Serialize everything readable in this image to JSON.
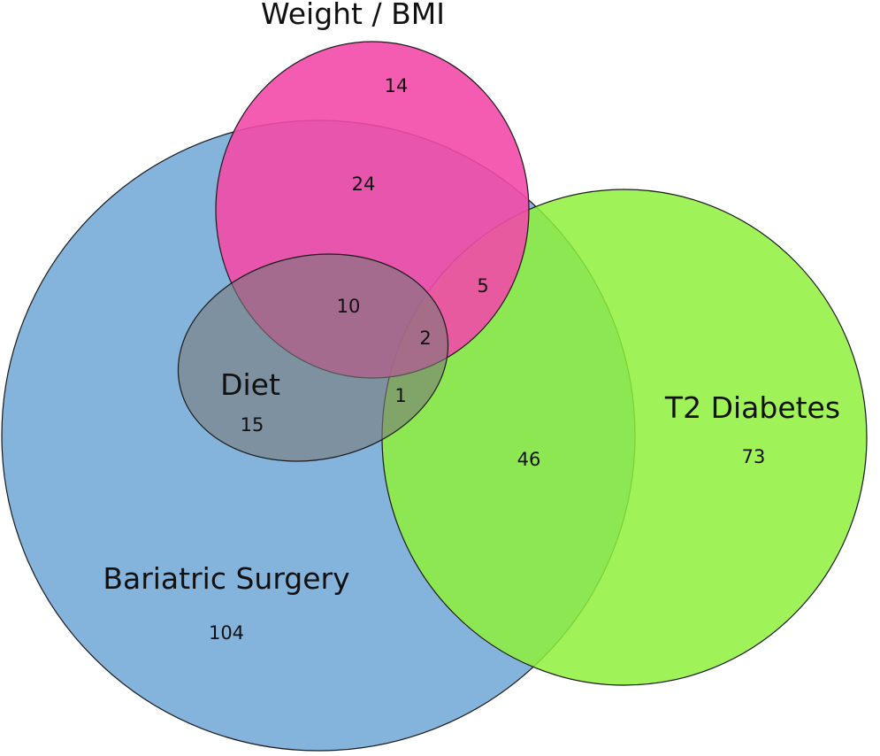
{
  "diagram": {
    "sets": [
      {
        "id": "bariatric",
        "name": "Bariatric Surgery",
        "color": "#6ea6d6",
        "opacity": 0.85
      },
      {
        "id": "t2",
        "name": "T2 Diabetes",
        "color": "#8ef03a",
        "opacity": 0.85
      },
      {
        "id": "weight",
        "name": "Weight / BMI",
        "color": "#f24aa7",
        "opacity": 0.9
      },
      {
        "id": "diet",
        "name": "Diet",
        "color": "#7a7a7a",
        "opacity": 0.6
      }
    ],
    "regions": [
      {
        "id": "bariatric_only",
        "sets": [
          "Bariatric Surgery"
        ],
        "count": "104"
      },
      {
        "id": "t2_only",
        "sets": [
          "T2 Diabetes"
        ],
        "count": "73"
      },
      {
        "id": "weight_only",
        "sets": [
          "Weight / BMI"
        ],
        "count": "14"
      },
      {
        "id": "bariatric_weight",
        "sets": [
          "Bariatric Surgery",
          "Weight / BMI"
        ],
        "count": "24"
      },
      {
        "id": "bariatric_weight_diet",
        "sets": [
          "Bariatric Surgery",
          "Weight / BMI",
          "Diet"
        ],
        "count": "10"
      },
      {
        "id": "bariatric_weight_t2",
        "sets": [
          "Bariatric Surgery",
          "Weight / BMI",
          "T2 Diabetes"
        ],
        "count": "5"
      },
      {
        "id": "all_four",
        "sets": [
          "Bariatric Surgery",
          "Weight / BMI",
          "Diet",
          "T2 Diabetes"
        ],
        "count": "2"
      },
      {
        "id": "bariatric_diet_t2",
        "sets": [
          "Bariatric Surgery",
          "Diet",
          "T2 Diabetes"
        ],
        "count": "1"
      },
      {
        "id": "bariatric_diet",
        "sets": [
          "Bariatric Surgery",
          "Diet"
        ],
        "count": "15"
      },
      {
        "id": "bariatric_t2",
        "sets": [
          "Bariatric Surgery",
          "T2 Diabetes"
        ],
        "count": "46"
      }
    ]
  }
}
